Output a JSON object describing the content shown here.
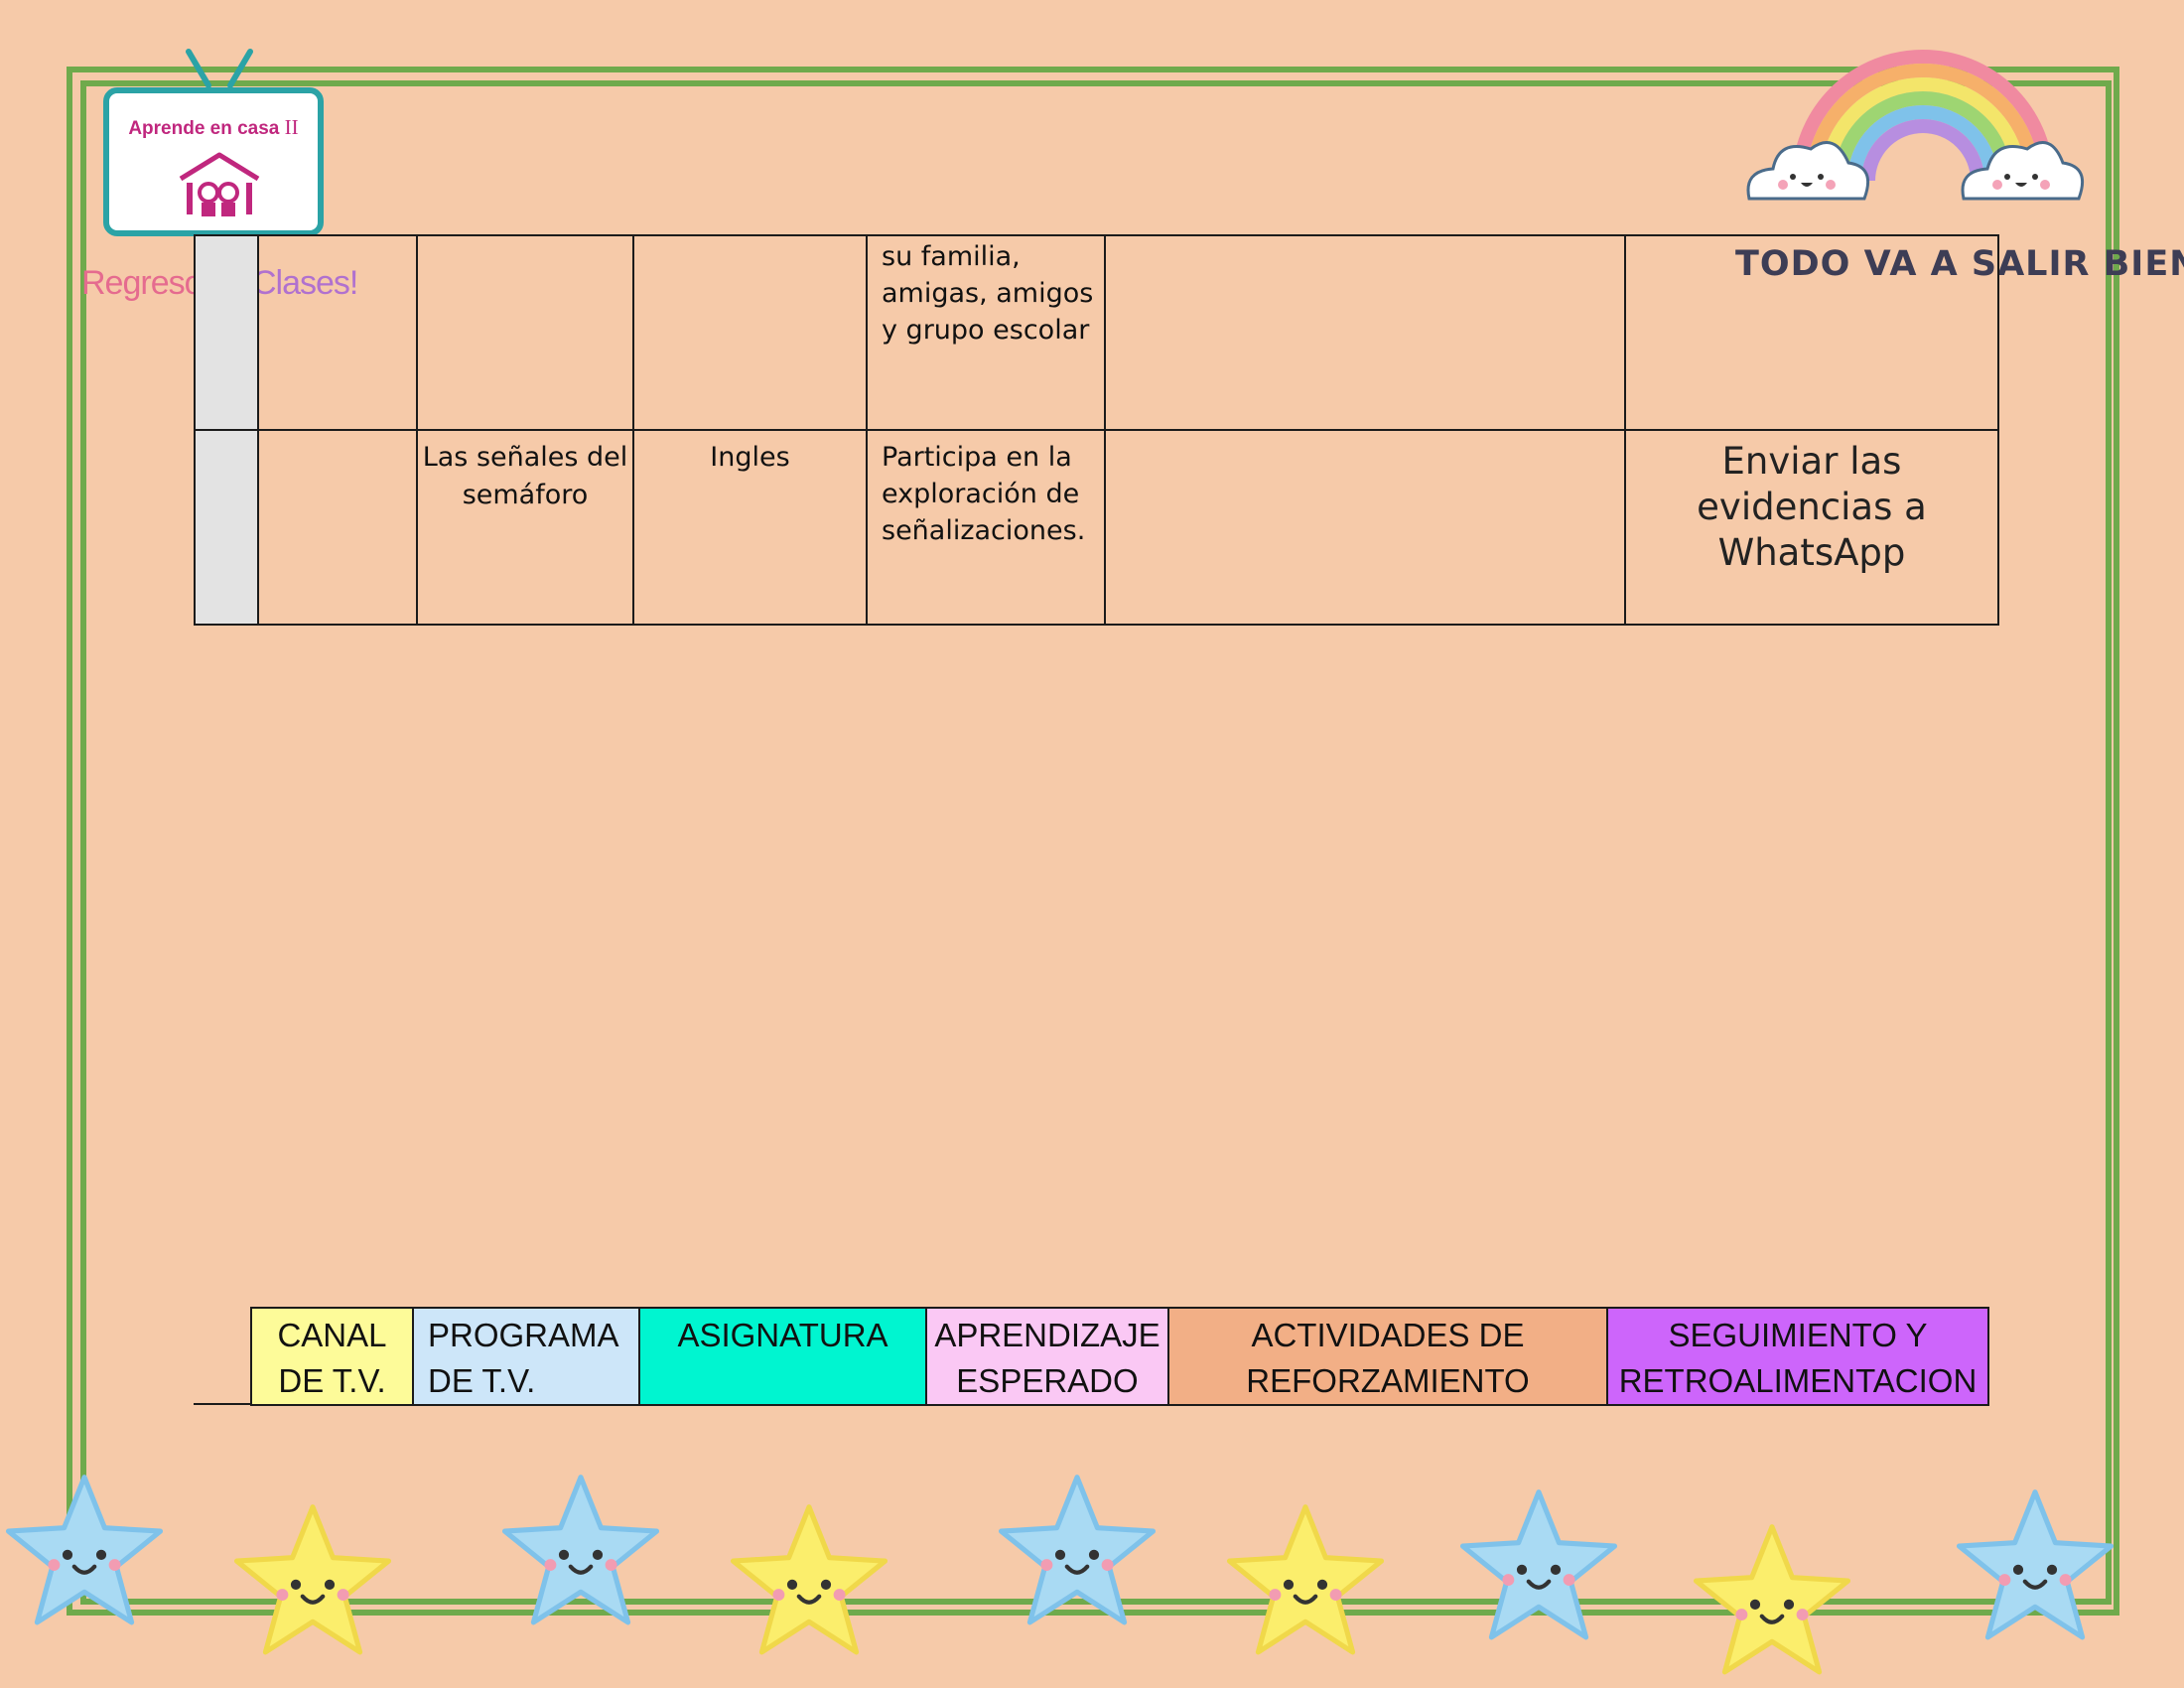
{
  "logo": {
    "title": "Aprende en casa",
    "numeral": "II",
    "subtitle_left": "Regreso",
    "subtitle_right": "Clases!"
  },
  "banner": {
    "text": "TODO VA A SALIR BIEN"
  },
  "table": {
    "rows": [
      {
        "canal": "",
        "programa": "",
        "asignatura": "",
        "aprendizaje": "su familia, amigas, amigos y grupo escolar",
        "actividades": "",
        "seguimiento": ""
      },
      {
        "canal": "",
        "programa": "Las señales del semáforo",
        "asignatura": "Ingles",
        "aprendizaje": "Participa en la exploración de señalizaciones.",
        "actividades": "",
        "seguimiento": "Enviar las evidencias a WhatsApp"
      }
    ]
  },
  "legend": {
    "canal": "CANAL DE T.V.",
    "programa": "PROGRAMA DE T.V.",
    "asignatura": "ASIGNATURA",
    "aprendizaje": "APRENDIZAJE ESPERADO",
    "actividades": "ACTIVIDADES DE REFORZAMIENTO",
    "seguimiento": "SEGUIMIENTO Y RETROALIMENTACION"
  },
  "colors": {
    "background": "#f6caa9",
    "frame": "#6faa4c",
    "canal": "#fdfb99",
    "programa": "#cde6f9",
    "asignatura": "#00f5d0",
    "aprendizaje": "#fac8f4",
    "actividades": "#f2af86",
    "seguimiento": "#cd65fb"
  },
  "decorations": {
    "logo_icon": "tv-house-icon",
    "rainbow_icon": "rainbow-clouds-icon",
    "star_icon": "smiling-star-icon"
  }
}
